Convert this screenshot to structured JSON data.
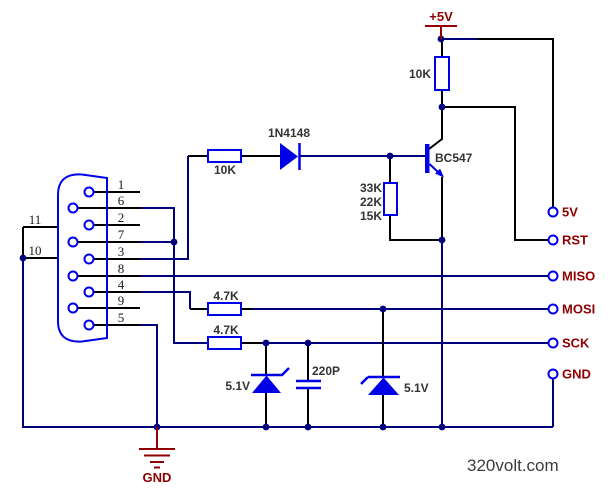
{
  "palette": {
    "bg": "#ffffff",
    "wire": "#00007d",
    "black": "#000000",
    "component": "#0000e6",
    "power_red": "#900000",
    "label_dark": "#333333",
    "serif_dark": "#1a1a1a",
    "watermark": "#3c3c3c"
  },
  "watermark": "320volt.com",
  "power": {
    "vcc": "+5V",
    "gnd": "GND"
  },
  "terminals": {
    "t5v": "5V",
    "rst": "RST",
    "miso": "MISO",
    "mosi": "MOSI",
    "sck": "SCK",
    "gnd": "GND"
  },
  "connector": {
    "pins": [
      "1",
      "6",
      "2",
      "7",
      "3",
      "8",
      "4",
      "9",
      "5"
    ],
    "side": [
      "11",
      "10"
    ]
  },
  "components": {
    "r_pullup": {
      "value": "10K"
    },
    "r_series": {
      "value": "10K"
    },
    "d_series": {
      "part": "1N4148"
    },
    "q1": {
      "part": "BC547"
    },
    "r_base": {
      "values": [
        "33K",
        "22K",
        "15K"
      ]
    },
    "r_mosi": {
      "value": "4.7K"
    },
    "r_sck": {
      "value": "4.7K"
    },
    "z_mosi": {
      "value": "5.1V"
    },
    "z_sck": {
      "value": "5.1V"
    },
    "c_sck": {
      "value": "220P"
    }
  }
}
